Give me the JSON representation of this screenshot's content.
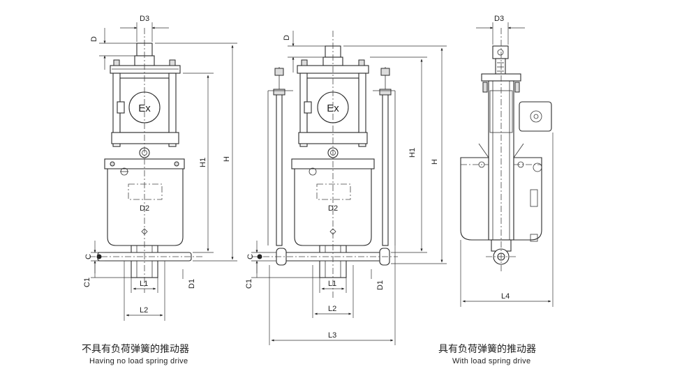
{
  "figures": [
    {
      "caption_cn": "不具有负荷弹簧的推动器",
      "caption_en": "Having no load spring drive",
      "marker_text": "Ex"
    },
    {
      "caption_cn": "具有负荷弹簧的推动器",
      "caption_en": "With load spring drive",
      "marker_text": "Ex"
    }
  ],
  "dimensions": {
    "d3_a": "D3",
    "d": "D",
    "h1": "H1",
    "h": "H",
    "d2": "D2",
    "c": "C",
    "c1": "C1",
    "l1": "L1",
    "l2": "L2",
    "d1": "D1",
    "l3": "L3",
    "d3_c": "D3",
    "l4": "L4"
  }
}
